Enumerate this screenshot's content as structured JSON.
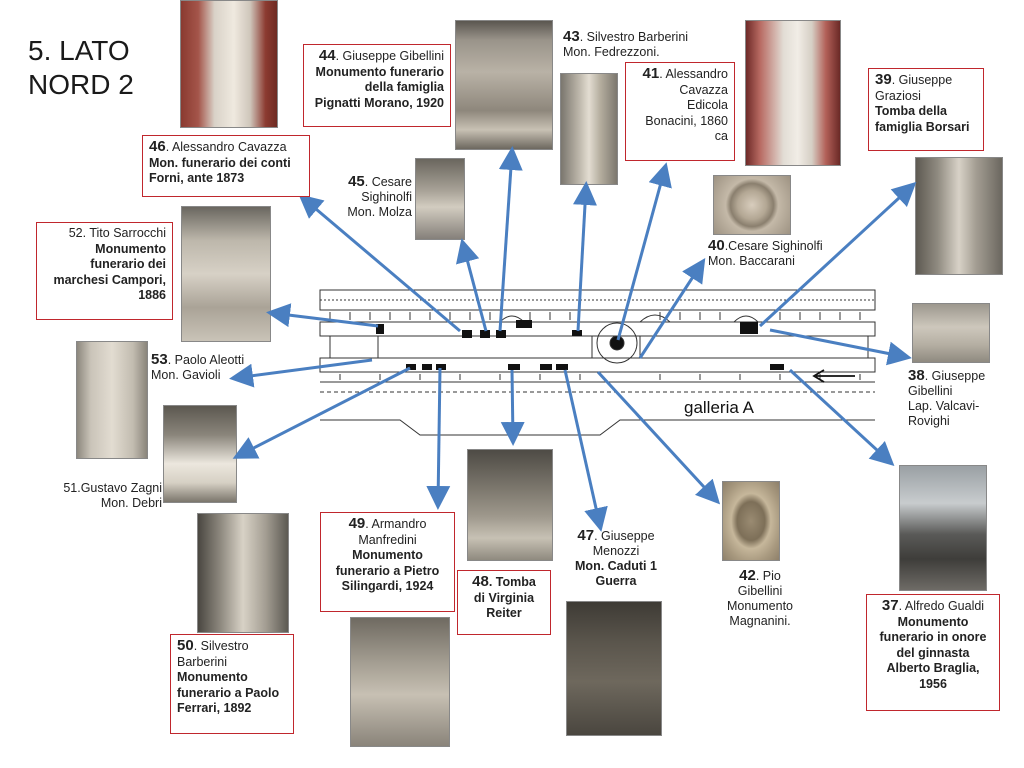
{
  "title_line1": "5. LATO",
  "title_line2": "NORD 2",
  "plan_label": "galleria A",
  "labels": {
    "l43": {
      "num": "43",
      "text1": ". Silvestro Barberini",
      "text2": "Mon.  Fedrezzoni."
    },
    "l44": {
      "num": "44",
      "text1": ". Giuseppe Gibellini",
      "bold1": "Monumento funerario",
      "bold2": "della famiglia",
      "bold3": "Pignatti Morano, 1920"
    },
    "l41": {
      "num": "41",
      "text1": ". Alessandro",
      "text2": "Cavazza",
      "text3": "Edicola",
      "text4": "Bonacini,  1860",
      "text5": "ca"
    },
    "l39": {
      "num": "39",
      "text1": ". Giuseppe",
      "text2": "Graziosi",
      "bold1": "Tomba della",
      "bold2": "famiglia Borsari"
    },
    "l46": {
      "num": "46",
      "text1": ". Alessandro Cavazza",
      "bold1": "Mon. funerario dei conti",
      "bold2": "Forni, ante 1873"
    },
    "l45": {
      "num": "45",
      "text1": ". Cesare",
      "text2": "Sighinolfi",
      "text3": "Mon.  Molza"
    },
    "l40": {
      "num": "40",
      "text1": ".Cesare Sighinolfi",
      "text2": "Mon. Baccarani"
    },
    "l52": {
      "text1": "52. Tito Sarrocchi",
      "bold1": "Monumento",
      "bold2": "funerario dei",
      "bold3": "marchesi Campori,",
      "bold4": "1886"
    },
    "l53": {
      "num": "53",
      "text1": ". Paolo Aleotti",
      "text2": "Mon. Gavioli"
    },
    "l38": {
      "num": "38",
      "text1": ". Giuseppe",
      "text2": "Gibellini",
      "text3": "Lap. Valcavi-",
      "text4": "Rovighi"
    },
    "l51": {
      "text1": "51.Gustavo Zagni",
      "text2": "Mon. Debri"
    },
    "l49": {
      "num": "49",
      "text1": ". Armandro",
      "text2": "Manfredini",
      "bold1": "Monumento",
      "bold2": "funerario a Pietro",
      "bold3": "Silingardi, 1924"
    },
    "l48": {
      "num": "48",
      "bold1": ". Tomba",
      "bold2": "di Virginia",
      "bold3": "Reiter"
    },
    "l47": {
      "num": "47",
      "text1": ". Giuseppe",
      "text2": "Menozzi",
      "bold1": "Mon. Caduti 1",
      "bold2": "Guerra"
    },
    "l42": {
      "num": "42",
      "text1": ". Pio",
      "text2": "Gibellini",
      "text3": "Monumento",
      "text4": "Magnanini."
    },
    "l37": {
      "num": "37",
      "text1": ". Alfredo Gualdi",
      "bold1": "Monumento",
      "bold2": "funerario in onore",
      "bold3": "del ginnasta",
      "bold4": "Alberto Braglia,",
      "bold5": "1956"
    },
    "l50": {
      "num": "50",
      "text1": ". Silvestro",
      "text2": "Barberini",
      "bold1": "Monumento",
      "bold2": "funerario a Paolo",
      "bold3": "Ferrari, 1892"
    }
  },
  "colors": {
    "arrow": "#4a7fc1",
    "box_border": "#c0272d"
  }
}
